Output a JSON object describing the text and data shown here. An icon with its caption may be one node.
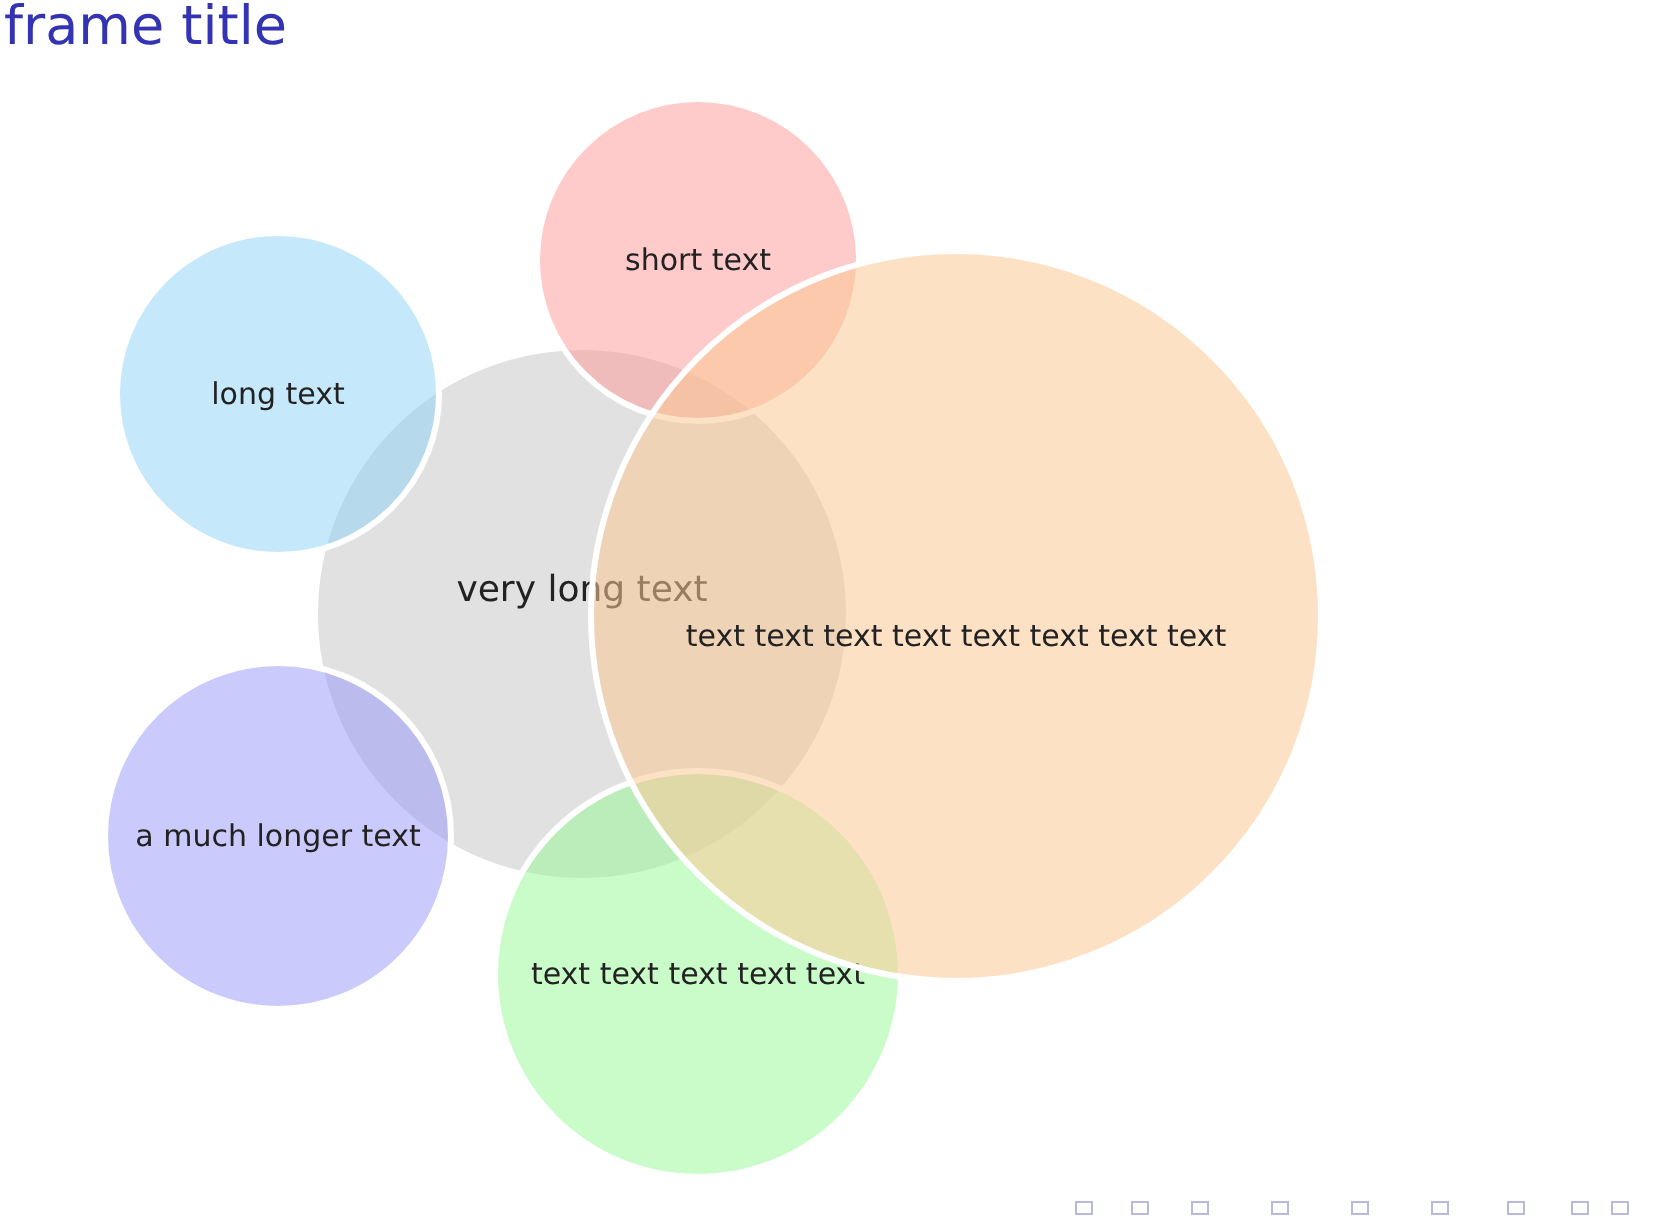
{
  "diagram": {
    "title": "frame title",
    "nodes": [
      {
        "text": [
          "very long text"
        ]
      },
      {
        "text": [
          "short text"
        ]
      },
      {
        "text": [
          "long text"
        ]
      },
      {
        "text": [
          "a much longer text"
        ]
      },
      {
        "text": [
          "text text text text text"
        ]
      },
      {
        "text": [
          "text text text text text text text text"
        ]
      }
    ]
  }
}
